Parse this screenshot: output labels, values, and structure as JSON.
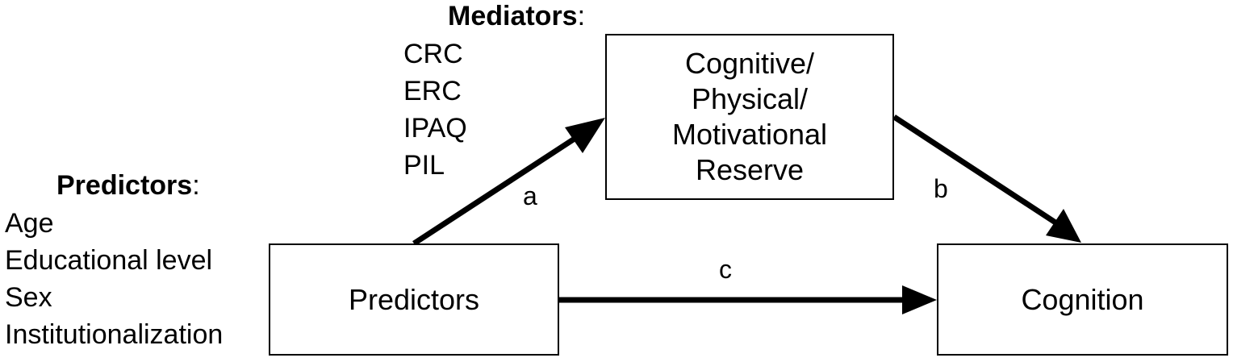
{
  "mediators": {
    "heading": "Mediators",
    "colon": ":",
    "items": [
      "CRC",
      "ERC",
      "IPAQ",
      "PIL"
    ]
  },
  "predictors_list": {
    "heading": "Predictors",
    "colon": ":",
    "items": [
      "Age",
      "Educational level",
      "Sex",
      "Institutionalization"
    ]
  },
  "boxes": {
    "reserve": {
      "lines": [
        "Cognitive/",
        "Physical/",
        "Motivational",
        "Reserve"
      ]
    },
    "predictors": {
      "label": "Predictors"
    },
    "cognition": {
      "label": "Cognition"
    }
  },
  "paths": {
    "a": "a",
    "b": "b",
    "c": "c"
  },
  "colors": {
    "stroke": "#000000",
    "background": "#ffffff"
  }
}
